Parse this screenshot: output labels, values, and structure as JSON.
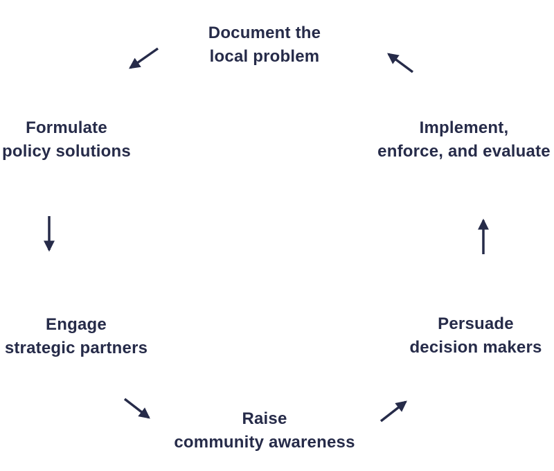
{
  "diagram": {
    "type": "cycle",
    "flow_direction": "counterclockwise",
    "steps": [
      {
        "id": "document",
        "position": "top",
        "label_lines": [
          "Document the",
          "local problem"
        ]
      },
      {
        "id": "formulate",
        "position": "upper-left",
        "label_lines": [
          "Formulate",
          "policy solutions"
        ]
      },
      {
        "id": "engage",
        "position": "lower-left",
        "label_lines": [
          "Engage",
          "strategic partners"
        ]
      },
      {
        "id": "raise",
        "position": "bottom",
        "label_lines": [
          "Raise",
          "community awareness"
        ]
      },
      {
        "id": "persuade",
        "position": "lower-right",
        "label_lines": [
          "Persuade",
          "decision makers"
        ]
      },
      {
        "id": "implement",
        "position": "upper-right",
        "label_lines": [
          "Implement,",
          "enforce, and evaluate"
        ]
      }
    ],
    "arrows": [
      {
        "from": "Document the local problem",
        "to": "Formulate policy solutions"
      },
      {
        "from": "Formulate policy solutions",
        "to": "Engage strategic partners"
      },
      {
        "from": "Engage strategic partners",
        "to": "Raise community awareness"
      },
      {
        "from": "Raise community awareness",
        "to": "Persuade decision makers"
      },
      {
        "from": "Persuade decision makers",
        "to": "Implement, enforce, and evaluate"
      },
      {
        "from": "Implement, enforce, and evaluate",
        "to": "Document the local problem"
      }
    ]
  },
  "colors": {
    "ink": "#262b49",
    "background": "#ffffff"
  }
}
